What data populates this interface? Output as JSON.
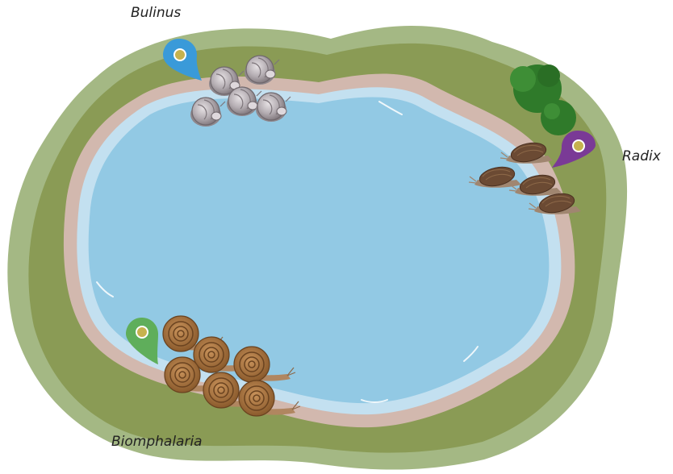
{
  "labels": {
    "bulinus": "Bulinus",
    "radix": "Radix",
    "biomphalaria": "Biomphalaria"
  },
  "colors": {
    "bank_outer": "#a4b884",
    "bank_grass": "#8a9b55",
    "shore": "#d2b8ae",
    "water_edge": "#c3e0f0",
    "water": "#92c9e4",
    "pin_bulinus": "#3a9ad9",
    "pin_radix": "#7a3a96",
    "pin_biomphalaria": "#5fae5b",
    "shrub": "#2f7a2a"
  },
  "icons": {
    "bulinus_pin": "map-pin-icon",
    "radix_pin": "map-pin-icon",
    "biomphalaria_pin": "map-pin-icon"
  }
}
